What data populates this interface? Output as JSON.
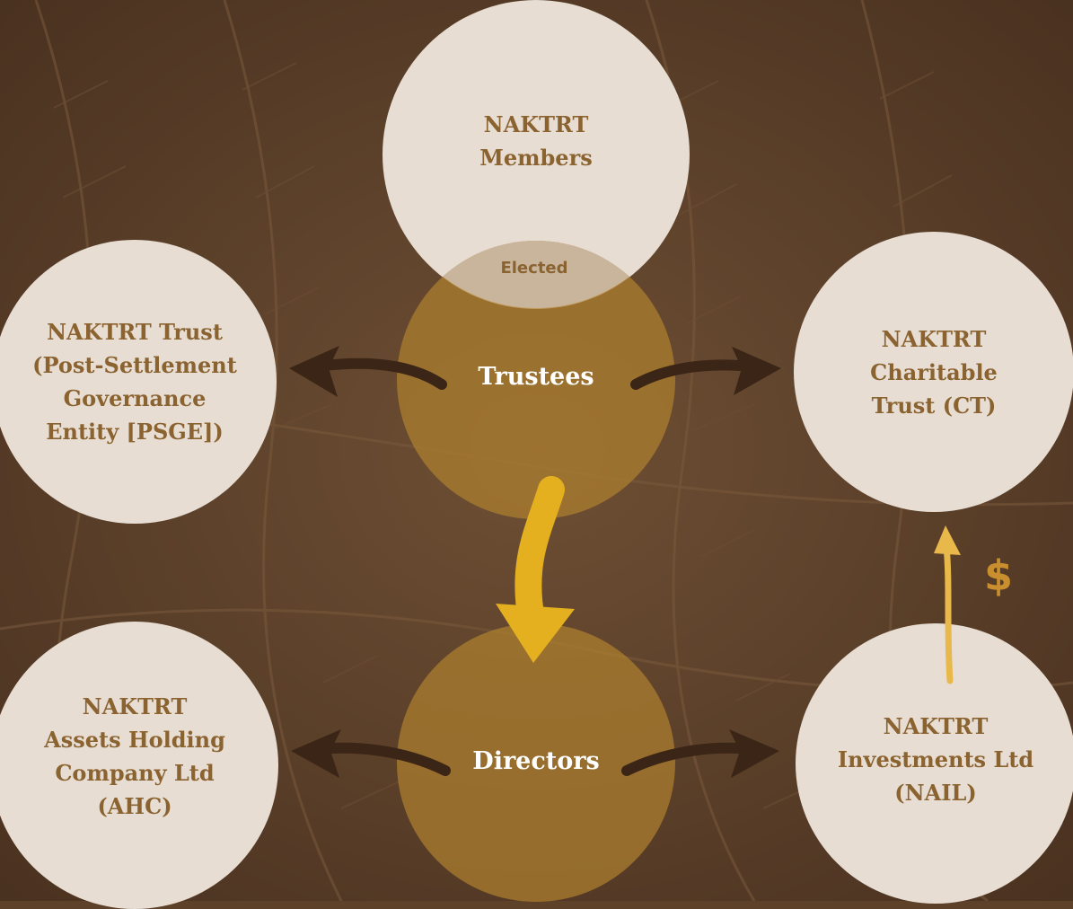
{
  "nodes": {
    "members": [
      "NAKTRT",
      "Members"
    ],
    "elected": "Elected",
    "trustees": "Trustees",
    "psge": [
      "NAKTRT Trust",
      "(Post-Settlement",
      "Governance",
      "Entity [PSGE])"
    ],
    "charitable": [
      "NAKTRT",
      "Charitable",
      "Trust (CT)"
    ],
    "directors": "Directors",
    "ahc": [
      "NAKTRT",
      "Assets Holding",
      "Company Ltd",
      "(AHC)"
    ],
    "nail": [
      "NAKTRT",
      "Investments Ltd",
      "(NAIL)"
    ]
  },
  "annotations": {
    "dollar": "$"
  },
  "colors": {
    "background": "#5e4129",
    "circle_light": "#e7ddd2",
    "gold": "#b1812f",
    "arrow_dark": "#3a2516",
    "arrow_yellow": "#e5b020",
    "text_brown": "#8a6330"
  }
}
